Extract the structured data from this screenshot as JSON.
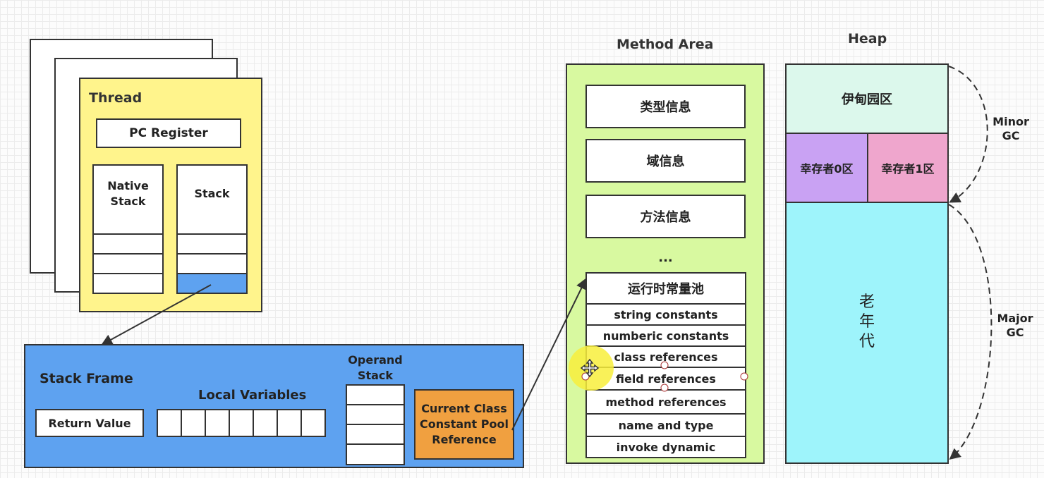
{
  "thread": {
    "title": "Thread",
    "pc_register": "PC Register",
    "native_stack": "Native\nStack",
    "stack": "Stack"
  },
  "stack_frame": {
    "title": "Stack Frame",
    "return_value": "Return Value",
    "local_variables": "Local Variables",
    "operand_stack": "Operand\nStack",
    "constant_pool_ref": "Current Class\nConstant Pool\nReference"
  },
  "method_area": {
    "title": "Method Area",
    "items": [
      "类型信息",
      "域信息",
      "方法信息"
    ],
    "ellipsis": "...",
    "runtime_pool": {
      "title": "运行时常量池",
      "rows": [
        "string constants",
        "numberic constants",
        "class references",
        "field references",
        "method references",
        "name and type",
        "invoke dynamic"
      ]
    }
  },
  "heap": {
    "title": "Heap",
    "eden": "伊甸园区",
    "survivor0": "幸存者0区",
    "survivor1": "幸存者1区",
    "old": "老\n年\n代",
    "minor_gc": "Minor\nGC",
    "major_gc": "Major\nGC"
  },
  "colors": {
    "thread_bg": "#fff48c",
    "stack_frame_bg": "#5ea2f0",
    "constant_pool_ref_bg": "#f0a040",
    "method_area_bg": "#d8f9a0",
    "eden_bg": "#dcf8ec",
    "survivor0_bg": "#c9a2f3",
    "survivor1_bg": "#efa6cd",
    "old_bg": "#9ef4fb",
    "highlight_stack_cell": "#5ea2f0",
    "cursor_highlight": "#f8ef3c"
  }
}
